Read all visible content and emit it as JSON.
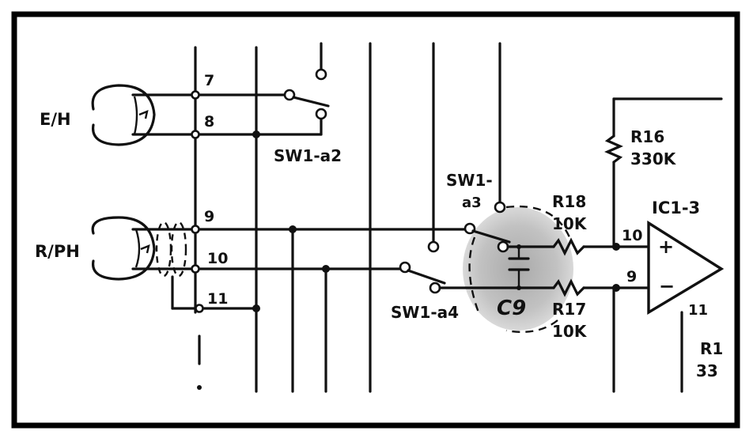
{
  "diagram": {
    "jacks": {
      "eh": "E/H",
      "rph": "R/PH"
    },
    "pins": {
      "p7": "7",
      "p8": "8",
      "p9": "9",
      "p10": "10",
      "p11": "11"
    },
    "switches": {
      "sw1_a2": "SW1-a2",
      "sw1_a3_top": "SW1-",
      "sw1_a3_bottom": "a3",
      "sw1_a4": "SW1-a4"
    },
    "components": {
      "r16_name": "R16",
      "r16_value": "330K",
      "r18_name": "R18",
      "r18_value": "10K",
      "r17_name": "R17",
      "r17_value": "10K",
      "c9": "C9",
      "ic_name": "IC1-3",
      "ic_pin_plus": "10",
      "ic_pin_minus": "9",
      "ic_pin_11": "11",
      "plus_sign": "+",
      "minus_sign": "−",
      "r_cut_name": "R1",
      "r_cut_value": "33"
    },
    "marks": {
      "dash": "|",
      "dot": "•"
    }
  }
}
